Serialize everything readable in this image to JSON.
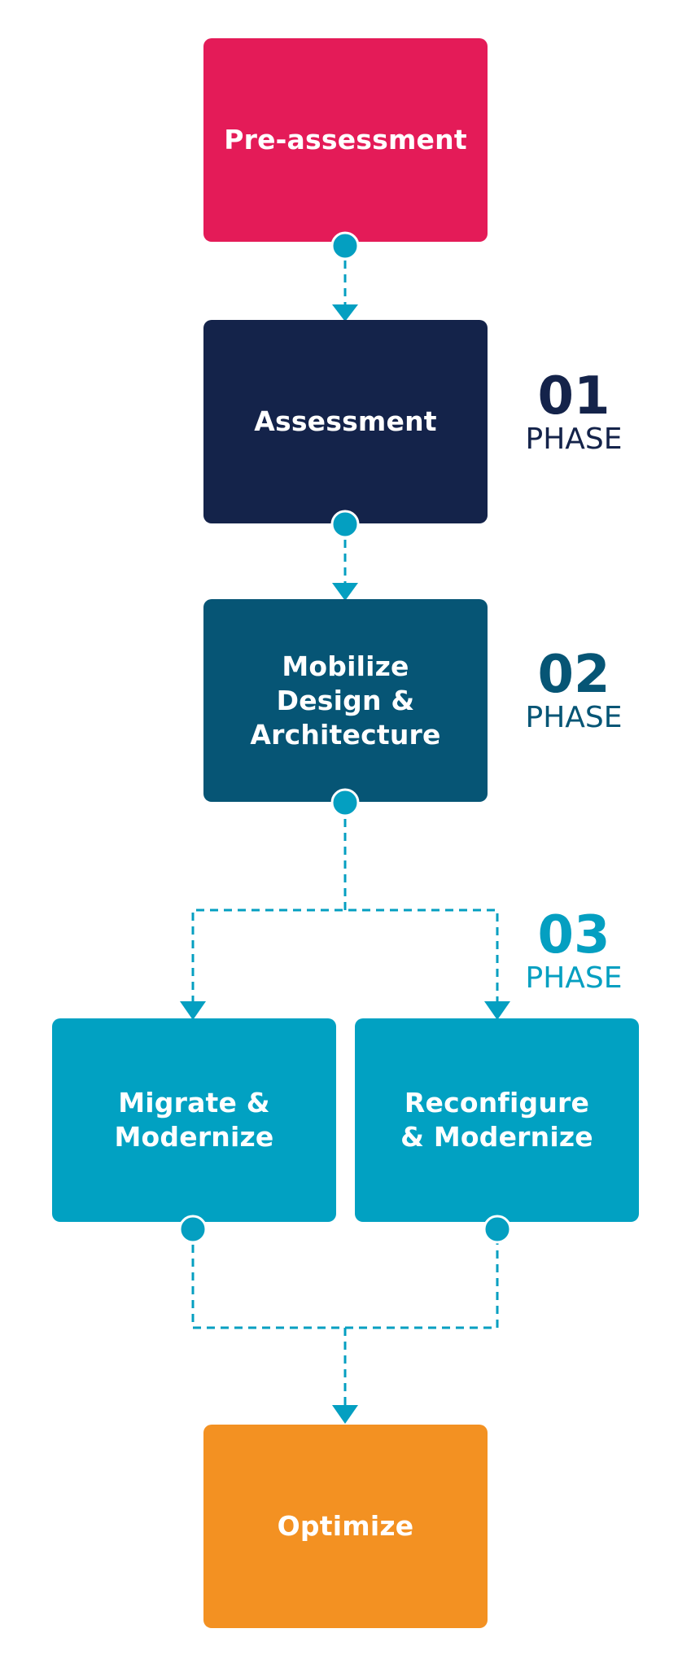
{
  "colors": {
    "connector": "#049fc1",
    "pre_assessment": "#e41b58",
    "assessment": "#14234a",
    "mobilize": "#065575",
    "migrate": "#01a1c2",
    "reconfigure": "#01a1c2",
    "optimize": "#f39122"
  },
  "boxes": {
    "pre_assessment": "Pre-assessment",
    "assessment": "Assessment",
    "mobilize": "Mobilize\nDesign &\nArchitecture",
    "migrate": "Migrate &\nModernize",
    "reconfigure": "Reconfigure\n& Modernize",
    "optimize": "Optimize"
  },
  "phases": [
    {
      "number": "01",
      "word": "PHASE",
      "color": "#14234a"
    },
    {
      "number": "02",
      "word": "PHASE",
      "color": "#065575"
    },
    {
      "number": "03",
      "word": "PHASE",
      "color": "#049fc1"
    }
  ]
}
